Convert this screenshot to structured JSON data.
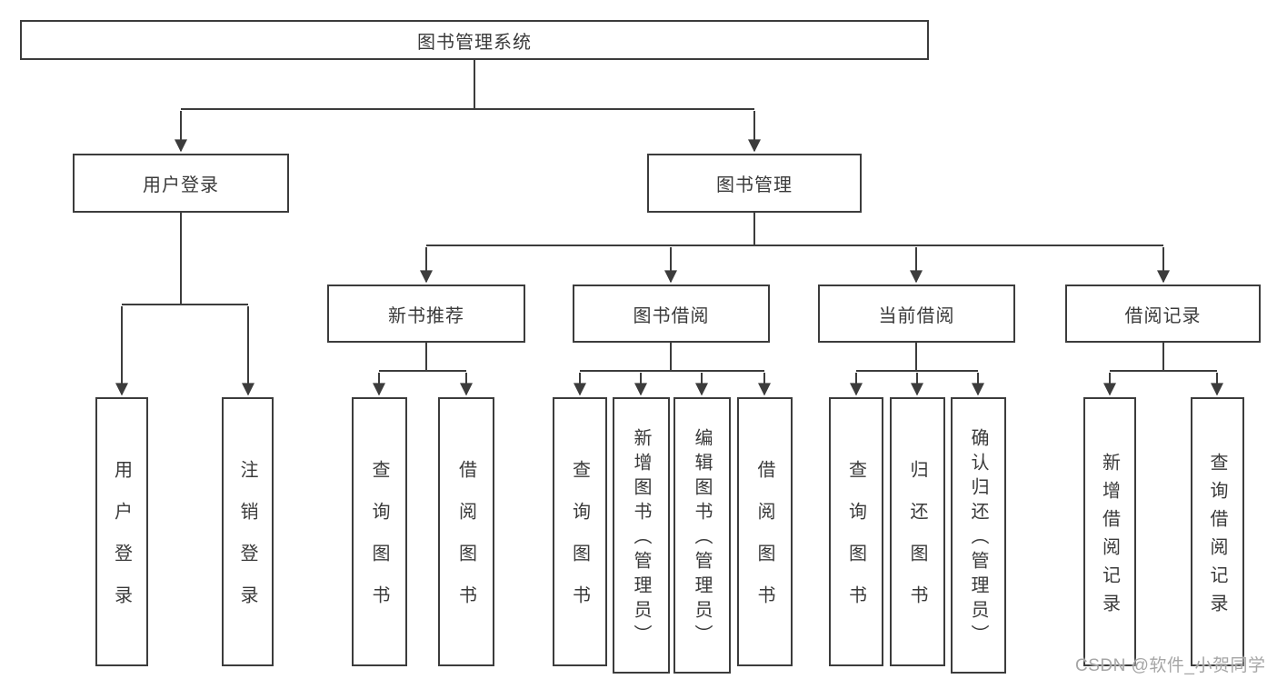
{
  "nodes": {
    "root": "图书管理系统",
    "level2": {
      "user_login": "用户登录",
      "book_mgmt": "图书管理"
    },
    "level3": {
      "new_book_rec": "新书推荐",
      "book_borrow": "图书借阅",
      "current_borrow": "当前借阅",
      "borrow_record": "借阅记录"
    },
    "leaves": {
      "user_login": "用户登录",
      "logout": "注销登录",
      "nbr_query": "查询图书",
      "nbr_borrow": "借阅图书",
      "bb_query": "查询图书",
      "bb_add": "新增图书（管理员）",
      "bb_edit": "编辑图书（管理员）",
      "bb_borrow": "借阅图书",
      "cb_query": "查询图书",
      "cb_return": "归还图书",
      "cb_confirm": "确认归还（管理员）",
      "br_add": "新增借阅记录",
      "br_query": "查询借阅记录"
    }
  },
  "watermark": "CSDN @软件_小贺同学",
  "colors": {
    "line": "#3c3c3c",
    "text": "#3a3a3a",
    "watermark": "#a6a6a6",
    "background": "#ffffff"
  }
}
